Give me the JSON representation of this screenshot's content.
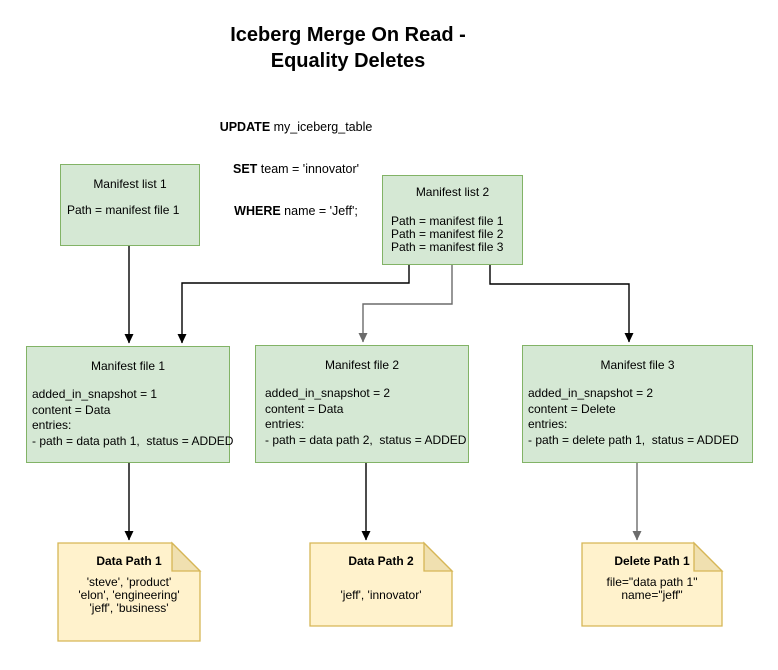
{
  "header": {
    "title_line1": "Iceberg Merge On Read -",
    "title_line2": "Equality Deletes"
  },
  "sql": {
    "line1_keyword": "UPDATE",
    "line1_text": " my_iceberg_table",
    "line2_keyword": "SET",
    "line2_text": " team = 'innovator'",
    "line3_keyword": "WHERE",
    "line3_text": " name = 'Jeff';"
  },
  "nodes": {
    "manifest_list_1": {
      "title": "Manifest list 1",
      "lines": [
        "Path = manifest file 1"
      ]
    },
    "manifest_list_2": {
      "title": "Manifest list 2",
      "lines": [
        "Path = manifest file 1",
        "Path = manifest file 2",
        "Path = manifest file 3"
      ]
    },
    "manifest_file_1": {
      "title": "Manifest file 1",
      "lines": [
        "added_in_snapshot = 1",
        "content = Data",
        "entries:",
        "- path = data path 1,  status = ADDED"
      ]
    },
    "manifest_file_2": {
      "title": "Manifest file 2",
      "lines": [
        "added_in_snapshot = 2",
        "content = Data",
        "entries:",
        "- path = data path 2,  status = ADDED"
      ]
    },
    "manifest_file_3": {
      "title": "Manifest file 3",
      "lines": [
        "added_in_snapshot = 2",
        "content = Delete",
        "entries:",
        "- path = delete path 1,  status = ADDED"
      ]
    },
    "data_path_1": {
      "title": "Data Path 1",
      "lines": [
        "'steve', 'product'",
        "'elon', 'engineering'",
        "'jeff', 'business'"
      ]
    },
    "data_path_2": {
      "title": "Data Path 2",
      "lines": [
        "'jeff', 'innovator'"
      ]
    },
    "delete_path_1": {
      "title": "Delete Path 1",
      "lines": [
        "file=\"data path 1\"",
        "name=\"jeff\""
      ]
    }
  },
  "colors": {
    "node_fill": "#d5e8d4",
    "node_border": "#82b366",
    "note_fill": "#fff2cc",
    "note_fold": "#f0e0b0",
    "note_border": "#d6b656",
    "edge_black": "#000000",
    "edge_gray": "#6b6b6b",
    "background": "#ffffff",
    "text": "#000000"
  }
}
